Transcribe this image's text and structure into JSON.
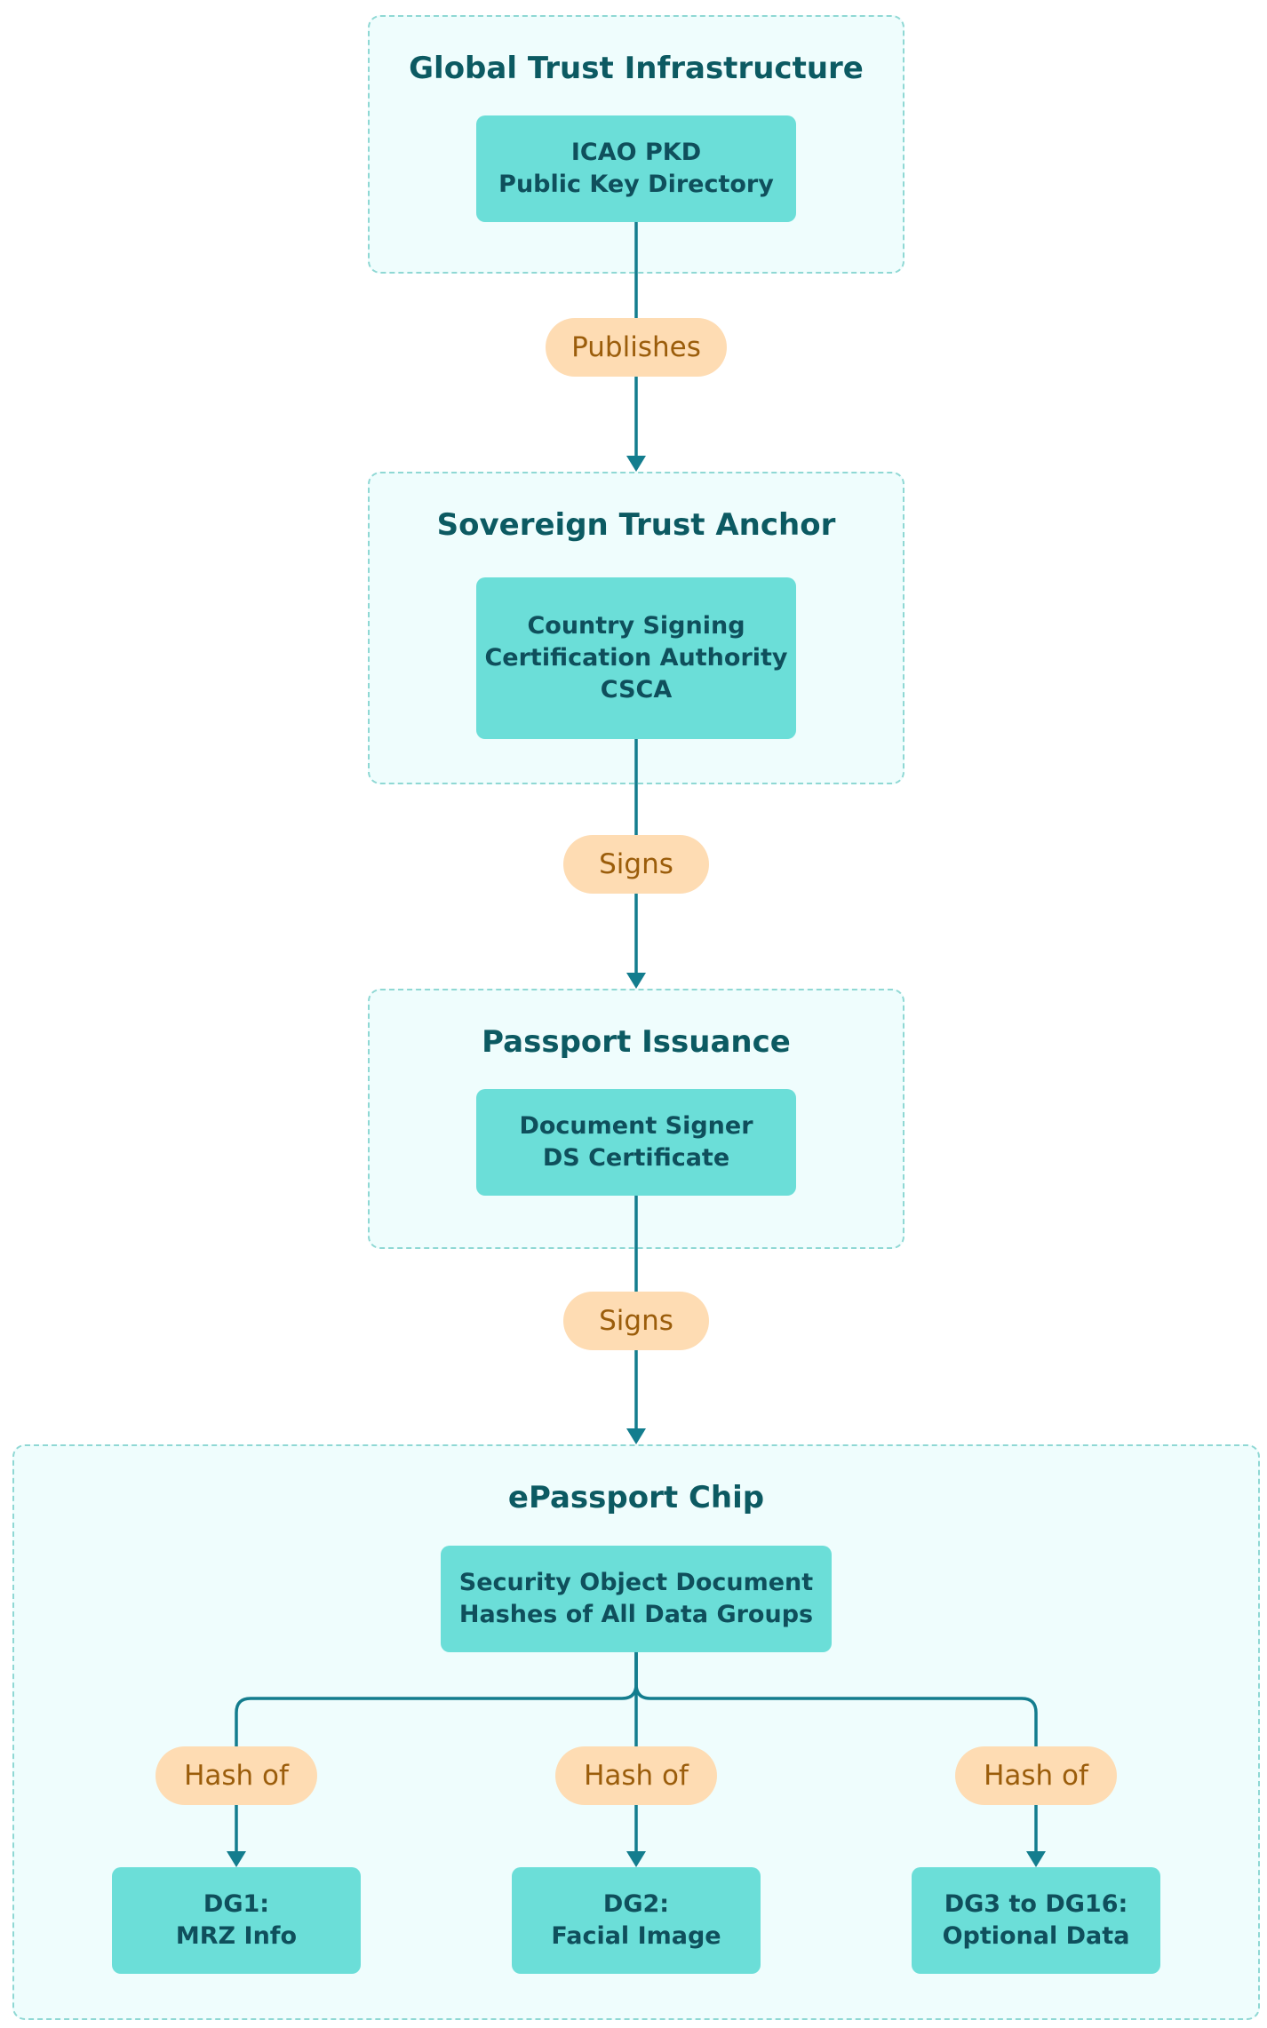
{
  "colors": {
    "group_fill": "#effdfd",
    "group_border": "#8fd8d4",
    "node_fill": "#6bded8",
    "node_text": "#0f4f5c",
    "title_text": "#0c5a62",
    "label_fill": "#fedcb3",
    "label_text": "#9b5d0b",
    "edge": "#137d8e"
  },
  "groups": {
    "global": {
      "title": "Global Trust Infrastructure",
      "node": {
        "line1": "ICAO PKD",
        "line2": "Public Key Directory"
      }
    },
    "sovereign": {
      "title": "Sovereign Trust Anchor",
      "node": {
        "line1": "Country Signing",
        "line2": "Certification Authority",
        "line3": "CSCA"
      }
    },
    "issuance": {
      "title": "Passport Issuance",
      "node": {
        "line1": "Document Signer",
        "line2": "DS Certificate"
      }
    },
    "chip": {
      "title": "ePassport Chip",
      "sod": {
        "line1": "Security Object Document",
        "line2": "Hashes of All Data Groups"
      },
      "dg1": {
        "line1": "DG1:",
        "line2": "MRZ Info"
      },
      "dg2": {
        "line1": "DG2:",
        "line2": "Facial Image"
      },
      "dg3": {
        "line1": "DG3 to DG16:",
        "line2": "Optional Data"
      }
    }
  },
  "edges": {
    "publishes": "Publishes",
    "signs_csca": "Signs",
    "signs_ds": "Signs",
    "hash_dg1": "Hash of",
    "hash_dg2": "Hash of",
    "hash_dg3": "Hash of"
  },
  "icons": [
    "arrowhead-icon"
  ]
}
